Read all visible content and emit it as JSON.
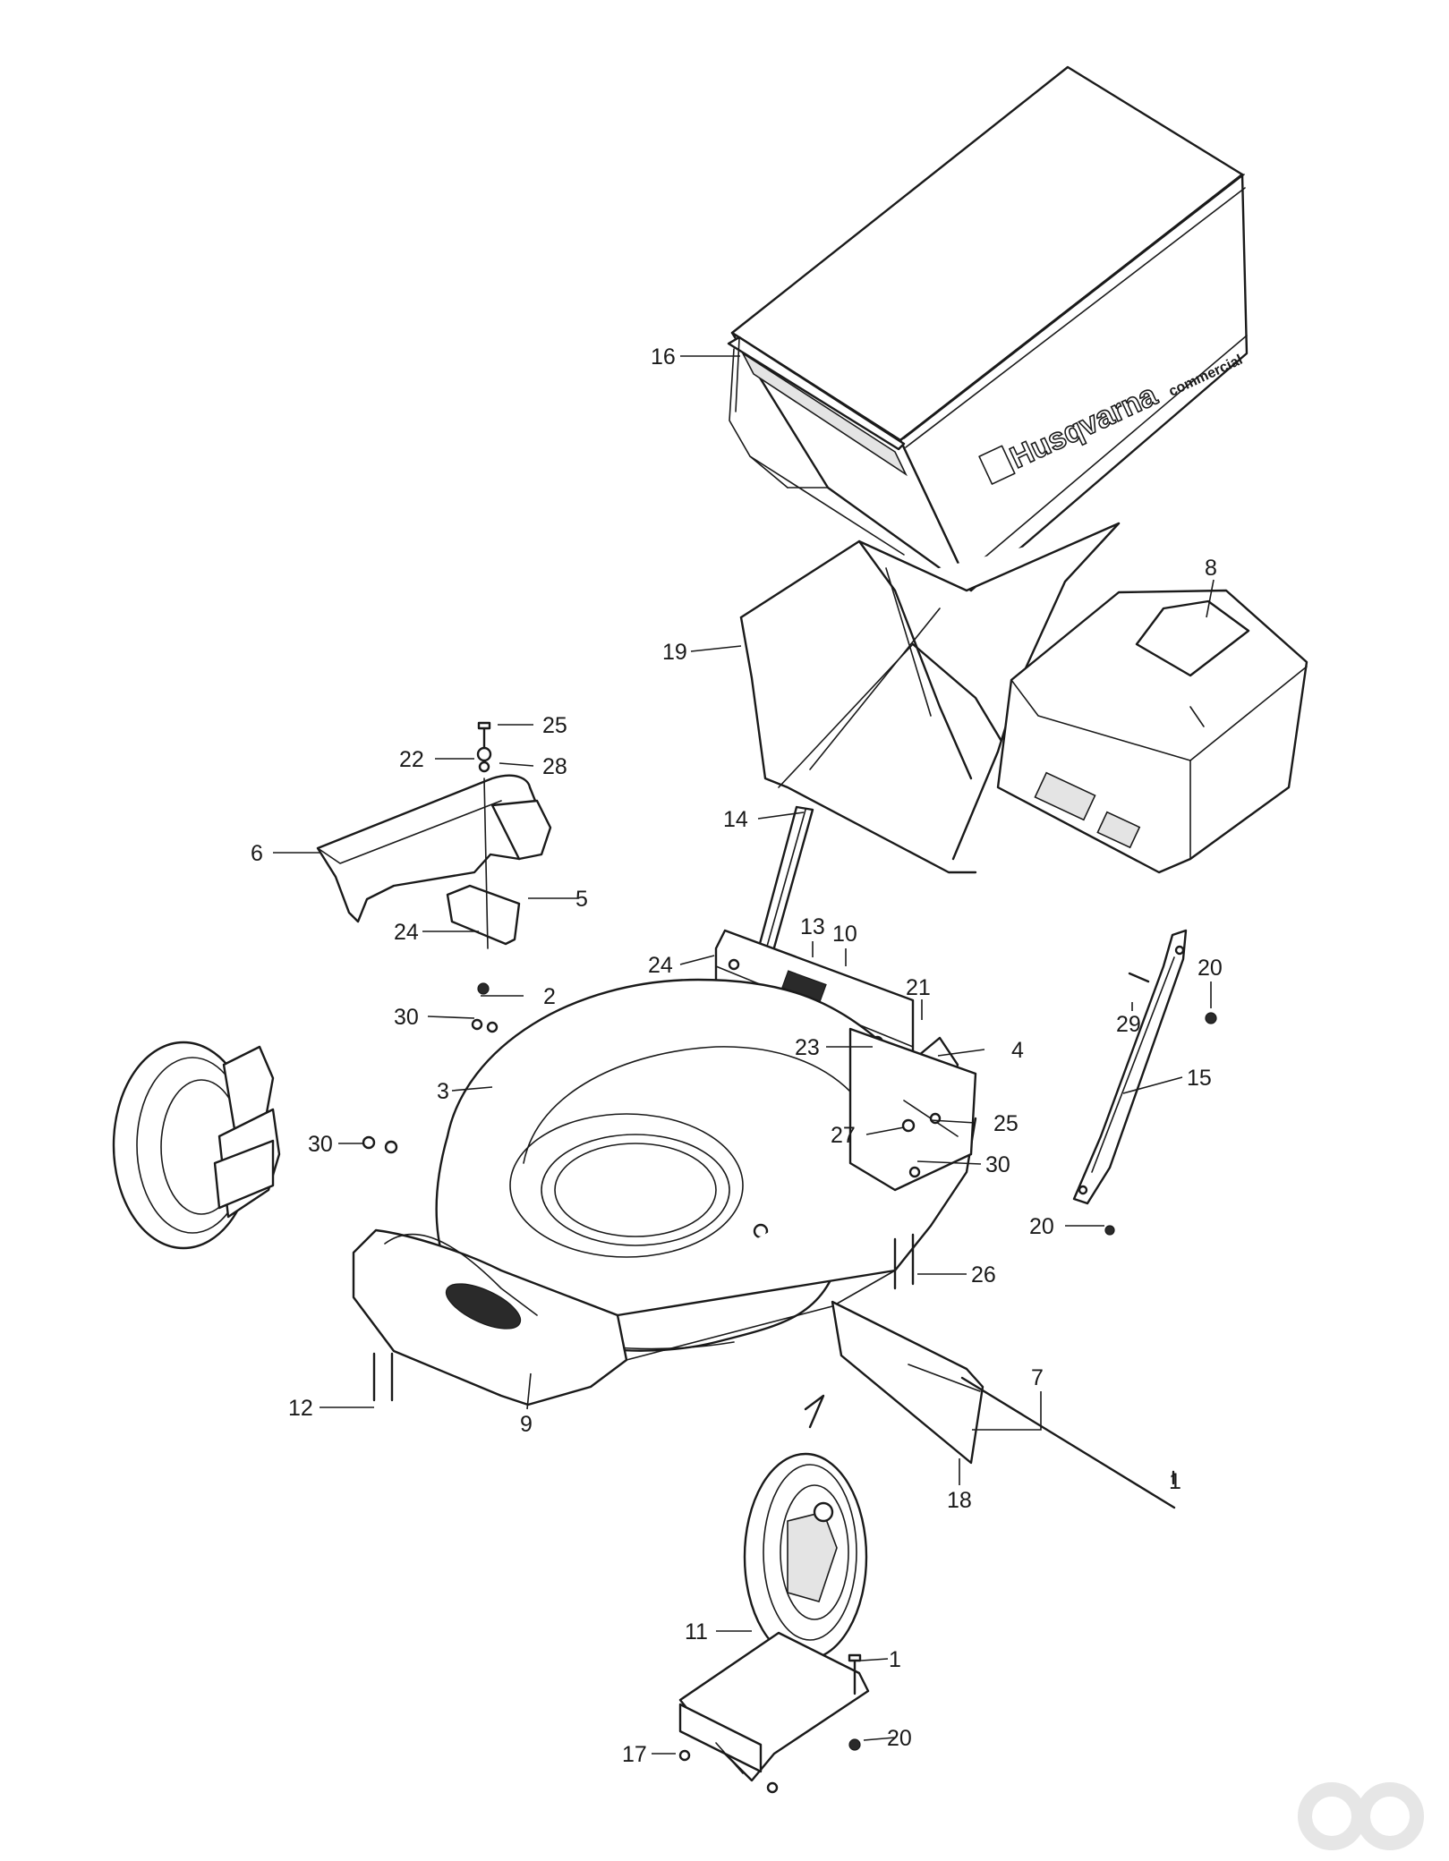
{
  "diagram": {
    "brand_text": "Husqvarna",
    "brand_subtext": "commercial",
    "callouts": [
      {
        "id": "c16",
        "label": "16"
      },
      {
        "id": "c8",
        "label": "8"
      },
      {
        "id": "c19",
        "label": "19"
      },
      {
        "id": "c25a",
        "label": "25"
      },
      {
        "id": "c22",
        "label": "22"
      },
      {
        "id": "c28",
        "label": "28"
      },
      {
        "id": "c6",
        "label": "6"
      },
      {
        "id": "c14",
        "label": "14"
      },
      {
        "id": "c5",
        "label": "5"
      },
      {
        "id": "c24a",
        "label": "24"
      },
      {
        "id": "c2",
        "label": "2"
      },
      {
        "id": "c30a",
        "label": "30"
      },
      {
        "id": "c13",
        "label": "13"
      },
      {
        "id": "c10",
        "label": "10"
      },
      {
        "id": "c24b",
        "label": "24"
      },
      {
        "id": "c21",
        "label": "21"
      },
      {
        "id": "c20a",
        "label": "20"
      },
      {
        "id": "c29",
        "label": "29"
      },
      {
        "id": "c23",
        "label": "23"
      },
      {
        "id": "c4",
        "label": "4"
      },
      {
        "id": "c3",
        "label": "3"
      },
      {
        "id": "c15",
        "label": "15"
      },
      {
        "id": "c25b",
        "label": "25"
      },
      {
        "id": "c27",
        "label": "27"
      },
      {
        "id": "c30b",
        "label": "30"
      },
      {
        "id": "c30c",
        "label": "30"
      },
      {
        "id": "c20b",
        "label": "20"
      },
      {
        "id": "c26",
        "label": "26"
      },
      {
        "id": "c12",
        "label": "12"
      },
      {
        "id": "c9",
        "label": "9"
      },
      {
        "id": "c7",
        "label": "7"
      },
      {
        "id": "c18",
        "label": "18"
      },
      {
        "id": "c1a",
        "label": "1"
      },
      {
        "id": "c11",
        "label": "11"
      },
      {
        "id": "c1b",
        "label": "1"
      },
      {
        "id": "c17",
        "label": "17"
      },
      {
        "id": "c20c",
        "label": "20"
      }
    ]
  }
}
